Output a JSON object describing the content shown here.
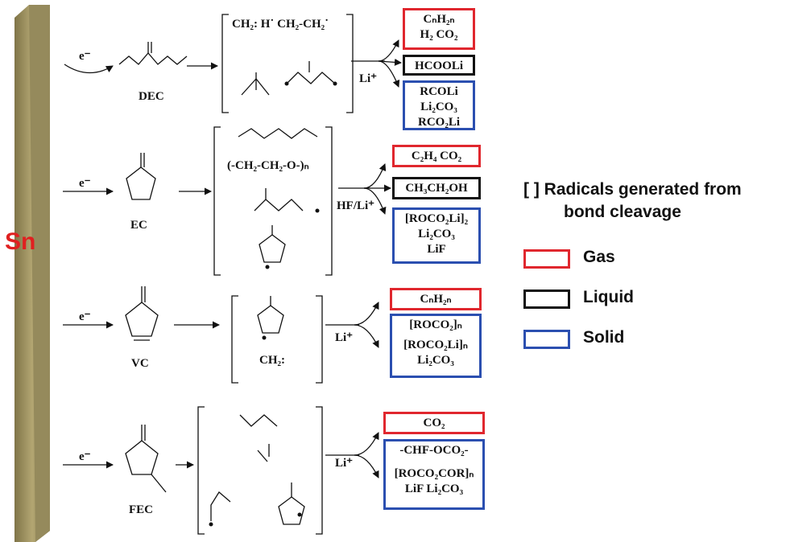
{
  "electrode": {
    "label": "Sn",
    "color_label": "#e02020",
    "color_plate": "#a39560"
  },
  "colors": {
    "gas": "#e0272e",
    "liquid": "#111111",
    "solid": "#2b4fb0"
  },
  "electron": "e⁻",
  "rows": [
    {
      "name": "DEC",
      "intermediates": [
        "CH₂: H˙ CH₂-CH₂˙"
      ],
      "reagent": "Li⁺",
      "gas": [
        "CₙH₂ₙ",
        "H₂ CO₂"
      ],
      "liquid": [
        "HCOOLi"
      ],
      "solid": [
        "RCOLi",
        "Li₂CO₃",
        "RCO₂Li"
      ]
    },
    {
      "name": "EC",
      "intermediates": [
        "(-CH₂-CH₂-O-)ₙ"
      ],
      "reagent": "HF/Li⁺",
      "gas": [
        "C₂H₄  CO₂"
      ],
      "liquid": [
        "CH₃CH₂OH"
      ],
      "solid": [
        "[ROCO₂Li]₂",
        "Li₂CO₃",
        "LiF"
      ]
    },
    {
      "name": "VC",
      "intermediates": [
        "CH₂:"
      ],
      "reagent": "Li⁺",
      "gas": [
        "CₙH₂ₙ"
      ],
      "liquid": [],
      "solid": [
        "[ROCO₂]ₙ",
        "[ROCO₂Li]ₙ",
        "Li₂CO₃"
      ]
    },
    {
      "name": "FEC",
      "intermediates": [],
      "reagent": "Li⁺",
      "gas": [
        "CO₂"
      ],
      "liquid": [],
      "solid": [
        "-CHF-OCO₂-",
        "[ROCO₂COR]ₙ",
        "LiF   Li₂CO₃"
      ]
    }
  ],
  "legend": {
    "title_line1": "[ ]  Radicals generated from",
    "title_line2": "bond cleavage",
    "items": [
      {
        "label": "Gas",
        "kind": "gas"
      },
      {
        "label": "Liquid",
        "kind": "liquid"
      },
      {
        "label": "Solid",
        "kind": "solid"
      }
    ]
  }
}
